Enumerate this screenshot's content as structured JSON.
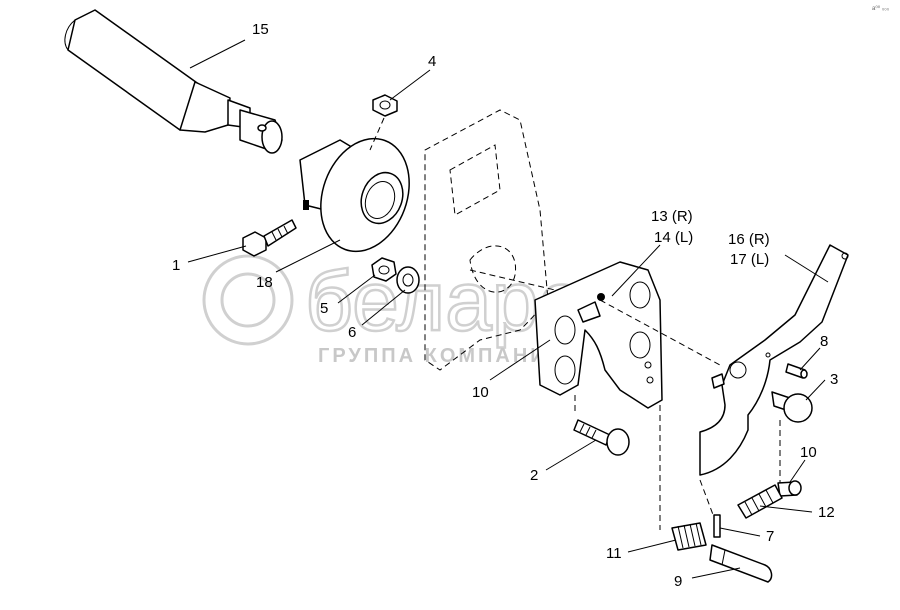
{
  "watermark": {
    "logo_text": "беларо",
    "subtitle": "ГРУППА КОМПАНИЙ"
  },
  "corner_mark": "a⁰⁰ ₀₀₀",
  "callouts": [
    {
      "id": "c15",
      "text": "15"
    },
    {
      "id": "c4",
      "text": "4"
    },
    {
      "id": "c1",
      "text": "1"
    },
    {
      "id": "c18",
      "text": "18"
    },
    {
      "id": "c5",
      "text": "5"
    },
    {
      "id": "c6",
      "text": "6"
    },
    {
      "id": "c13",
      "text": "13 (R)"
    },
    {
      "id": "c14",
      "text": "14 (L)"
    },
    {
      "id": "c10a",
      "text": "10"
    },
    {
      "id": "c16",
      "text": "16 (R)"
    },
    {
      "id": "c17",
      "text": "17 (L)"
    },
    {
      "id": "c8",
      "text": "8"
    },
    {
      "id": "c3",
      "text": "3"
    },
    {
      "id": "c2",
      "text": "2"
    },
    {
      "id": "c10b",
      "text": "10"
    },
    {
      "id": "c12",
      "text": "12"
    },
    {
      "id": "c7",
      "text": "7"
    },
    {
      "id": "c11",
      "text": "11"
    },
    {
      "id": "c9",
      "text": "9"
    }
  ]
}
